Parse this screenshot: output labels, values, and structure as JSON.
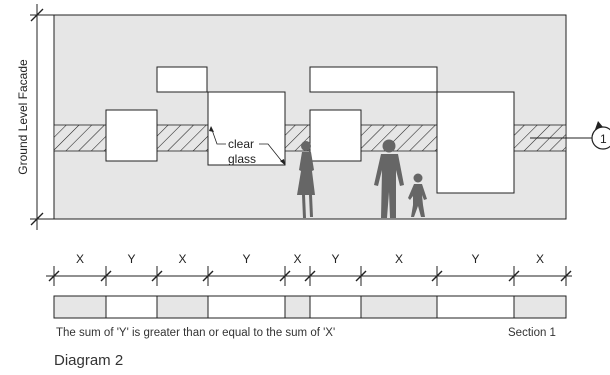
{
  "facade": {
    "side_label": "Ground Level Facade",
    "glass_label_line1": "clear",
    "glass_label_line2": "glass",
    "section_marker": "1"
  },
  "segments": [
    {
      "label": "X",
      "type": "wall"
    },
    {
      "label": "Y",
      "type": "glass"
    },
    {
      "label": "X",
      "type": "wall"
    },
    {
      "label": "Y",
      "type": "glass"
    },
    {
      "label": "X",
      "type": "wall"
    },
    {
      "label": "Y",
      "type": "glass"
    },
    {
      "label": "X",
      "type": "wall"
    },
    {
      "label": "Y",
      "type": "glass"
    },
    {
      "label": "X",
      "type": "wall"
    }
  ],
  "footnote": "The sum of 'Y' is greater than or equal to the sum of 'X'",
  "section_caption": "Section 1",
  "title": "Diagram 2",
  "colors": {
    "wall": "#e6e6e6",
    "glass": "#ffffff",
    "line": "#222222",
    "figure": "#666666"
  }
}
